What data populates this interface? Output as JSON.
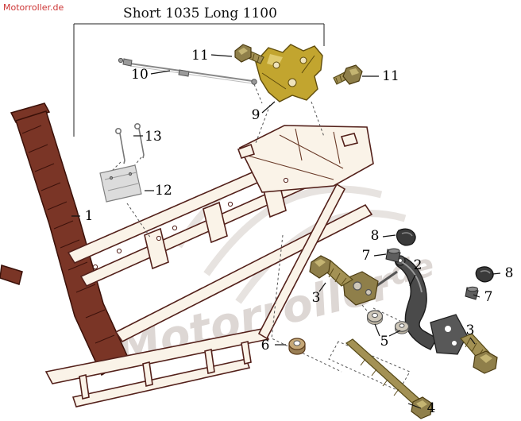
{
  "branding": {
    "corner_watermark": "Motorroller.de",
    "diagonal_watermark": "Motorroller",
    "diagonal_watermark_suffix": ".de"
  },
  "dimension": {
    "label": "Short 1035  Long 1100"
  },
  "callouts": {
    "labels": [
      "11",
      "10",
      "11",
      "9",
      "13",
      "12",
      "1",
      "8",
      "7",
      "2",
      "8",
      "3",
      "7",
      "3",
      "6",
      "5",
      "4"
    ]
  },
  "colors": {
    "frame_outline": "#53201a",
    "frame_dark_fill": "#7a3526",
    "frame_light_fill": "#faf3e8",
    "bracket_gold": "#c2a52f",
    "bolt_khaki": "#a39154",
    "pedal_dark": "#4a4a4a",
    "watermark_gray": "#ddd7d4",
    "watermark_red": "#cc3333",
    "callout_text": "#000000"
  }
}
